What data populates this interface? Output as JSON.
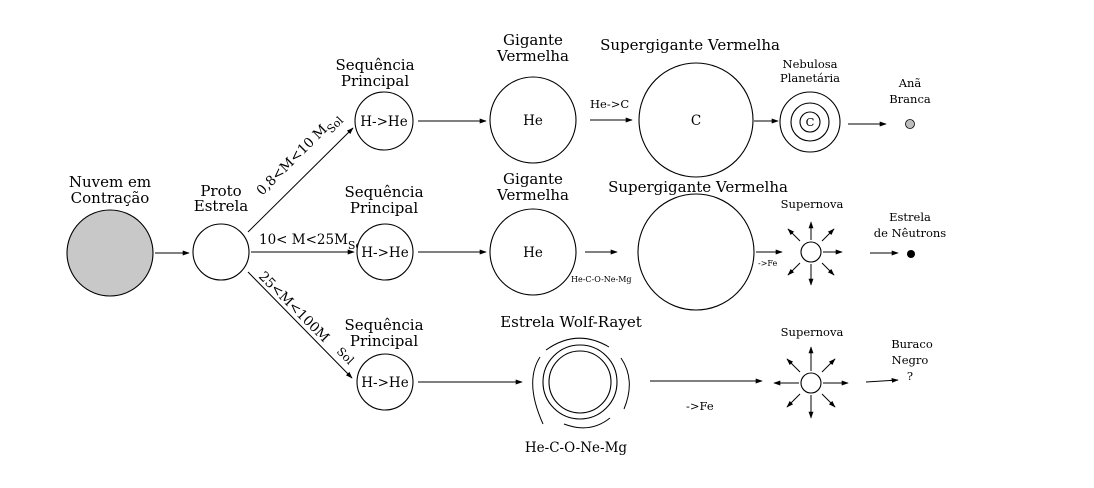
{
  "colors": {
    "cloud_fill": "#c8c8c8",
    "stroke": "#000000"
  },
  "labels": {
    "cloud": [
      "Nuvem em",
      "Contração"
    ],
    "proto": [
      "Proto",
      "Estrela"
    ],
    "branch1_mass": "0,8<M<10 M",
    "branch1_sub": "Sol",
    "branch2_mass": "10< M<25M",
    "branch2_sub": "Sol",
    "branch3_mass": "25<M<100M",
    "branch3_sub": "Sol",
    "main_sequence": [
      "Sequência",
      "Principal"
    ],
    "h_he": "H->He",
    "red_giant": [
      "Gigante",
      "Vermelha"
    ],
    "he": "He",
    "he_to_c": "He->C",
    "red_supergiant": "Supergigante Vermelha",
    "c": "C",
    "planetary_nebula": [
      "Nebulosa",
      "Planetária"
    ],
    "white_dwarf": [
      "Anã",
      "Branca"
    ],
    "he_c_o_ne_mg_small": "He-C-O-Ne-Mg",
    "to_fe_small": "->Fe",
    "supernova": "Supernova",
    "neutron_star": [
      "Estrela",
      "de Nêutrons"
    ],
    "wolf_rayet": "Estrela Wolf-Rayet",
    "he_c_o_ne_mg": "He-C-O-Ne-Mg",
    "to_fe": "->Fe",
    "black_hole": [
      "Buraco",
      "Negro",
      "?"
    ]
  }
}
